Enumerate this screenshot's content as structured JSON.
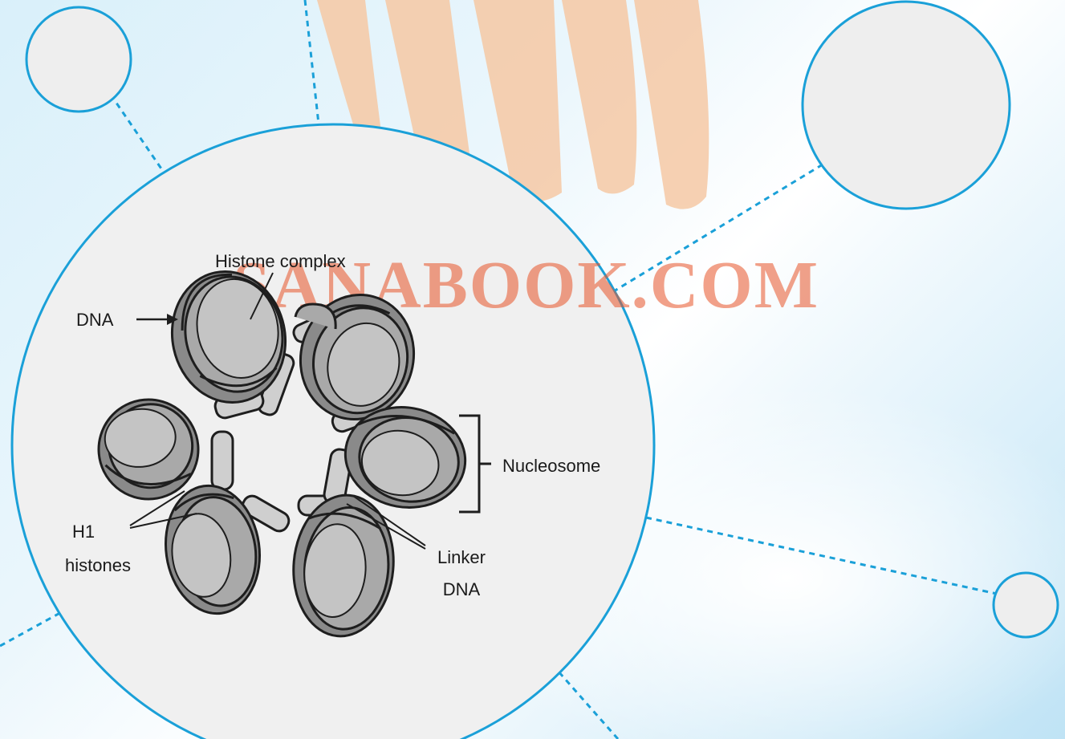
{
  "watermark": {
    "text": "SANABOOK.COM",
    "color": "#e8552a"
  },
  "labels": {
    "histone_complex": "Histone complex",
    "dna": "DNA",
    "nucleosome": "Nucleosome",
    "h1_line1": "H1",
    "h1_line2": "histones",
    "linker_line1": "Linker",
    "linker_line2": "DNA"
  },
  "colors": {
    "ring": "#1aa0d8",
    "disc_fill": "#f0f0f0",
    "nucleosome_fill": "#a9a9a9",
    "nucleosome_dark": "#7d7d7d",
    "nucleosome_stroke": "#1e1e1e"
  }
}
